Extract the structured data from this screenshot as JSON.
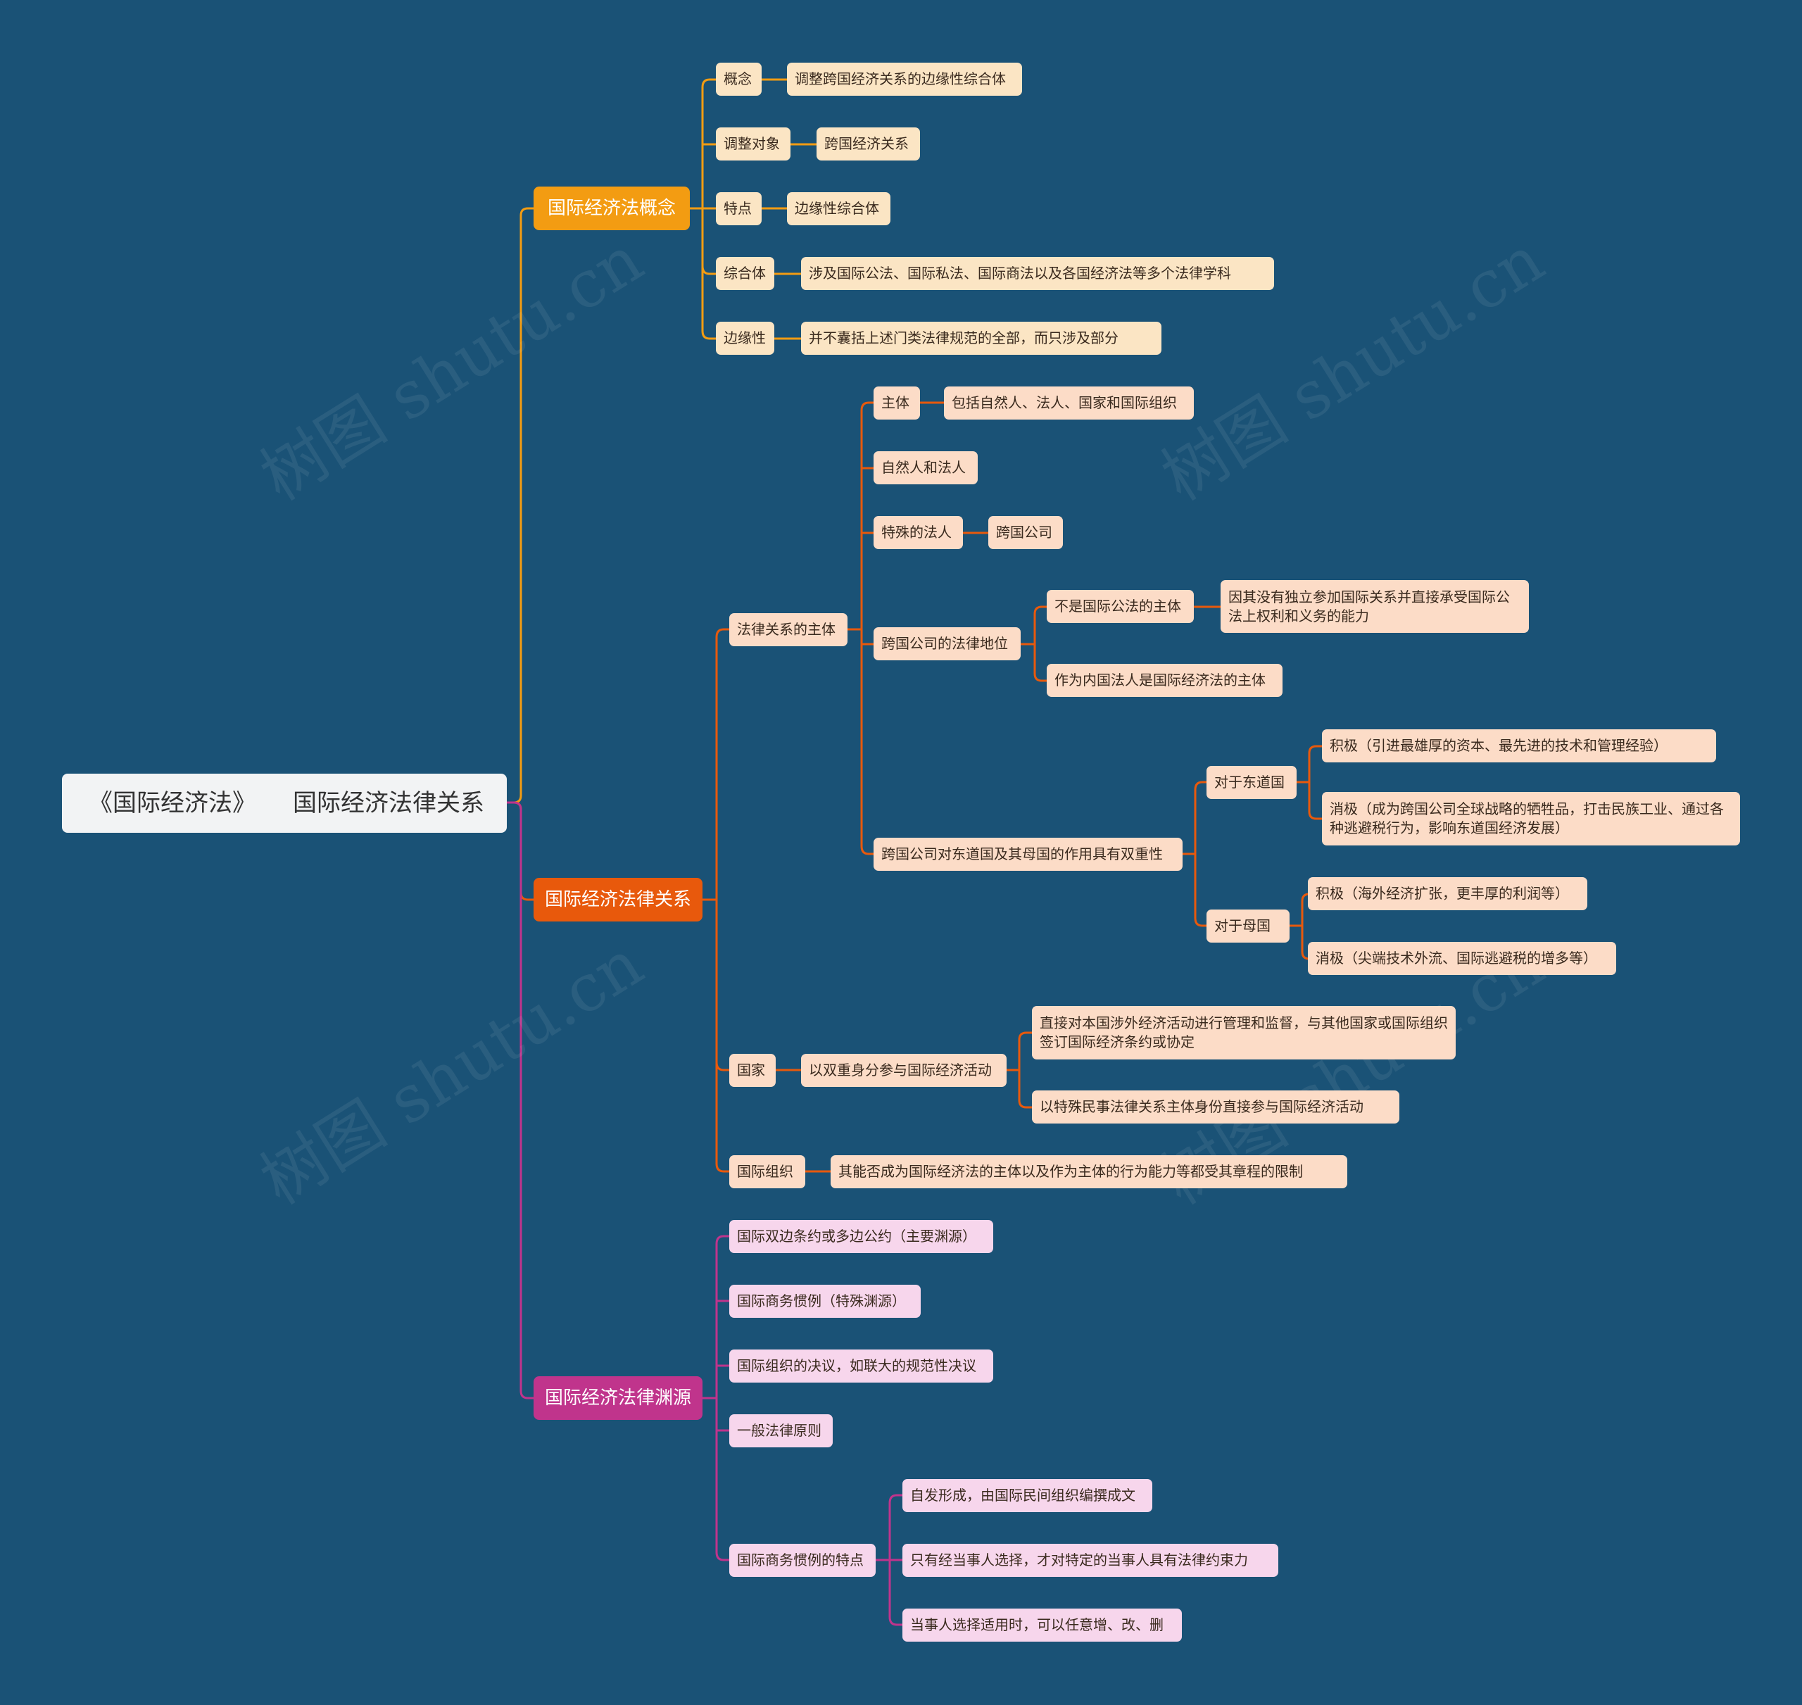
{
  "root": {
    "title": "《国际经济法》",
    "subtitle": "国际经济法律关系"
  },
  "colors": {
    "background": "#1a5276",
    "branch1": "#f39c12",
    "branch2": "#e8590c",
    "branch3": "#c0348c"
  },
  "branch1": {
    "label": "国际经济法概念",
    "items": [
      {
        "label": "概念",
        "child": "调整跨国经济关系的边缘性综合体"
      },
      {
        "label": "调整对象",
        "child": "跨国经济关系"
      },
      {
        "label": "特点",
        "child": "边缘性综合体"
      },
      {
        "label": "综合体",
        "child": "涉及国际公法、国际私法、国际商法以及各国经济法等多个法律学科"
      },
      {
        "label": "边缘性",
        "child": "并不囊括上述门类法律规范的全部，而只涉及部分"
      }
    ]
  },
  "branch2": {
    "label": "国际经济法律关系",
    "subject": {
      "label": "法律关系的主体",
      "zhuti": {
        "label": "主体",
        "child": "包括自然人、法人、国家和国际组织"
      },
      "natural": "自然人和法人",
      "special": {
        "label": "特殊的法人",
        "child": "跨国公司"
      },
      "status": {
        "label": "跨国公司的法律地位",
        "not_subject": {
          "label": "不是国际公法的主体",
          "child": "因其没有独立参加国际关系并直接承受国际公法上权利和义务的能力"
        },
        "domestic": "作为内国法人是国际经济法的主体"
      },
      "dual": {
        "label": "跨国公司对东道国及其母国的作用具有双重性",
        "host": {
          "label": "对于东道国",
          "positive": "积极（引进最雄厚的资本、最先进的技术和管理经验）",
          "negative": "消极（成为跨国公司全球战略的牺牲品，打击民族工业、通过各种逃避税行为，影响东道国经济发展）"
        },
        "home": {
          "label": "对于母国",
          "positive": "积极（海外经济扩张，更丰厚的利润等）",
          "negative": "消极（尖端技术外流、国际逃避税的增多等）"
        }
      }
    },
    "state": {
      "label": "国家",
      "child": "以双重身分参与国际经济活动",
      "a": "直接对本国涉外经济活动进行管理和监督，与其他国家或国际组织签订国际经济条约或协定",
      "b": "以特殊民事法律关系主体身份直接参与国际经济活动"
    },
    "intl_org": {
      "label": "国际组织",
      "child": "其能否成为国际经济法的主体以及作为主体的行为能力等都受其章程的限制"
    }
  },
  "branch3": {
    "label": "国际经济法律渊源",
    "items": [
      "国际双边条约或多边公约（主要渊源）",
      "国际商务惯例（特殊渊源）",
      "国际组织的决议，如联大的规范性决议",
      "一般法律原则"
    ],
    "features": {
      "label": "国际商务惯例的特点",
      "items": [
        "自发形成，由国际民间组织编撰成文",
        "只有经当事人选择，才对特定的当事人具有法律约束力",
        "当事人选择适用时，可以任意增、改、删"
      ]
    }
  },
  "watermark": "树图 shutu.cn"
}
